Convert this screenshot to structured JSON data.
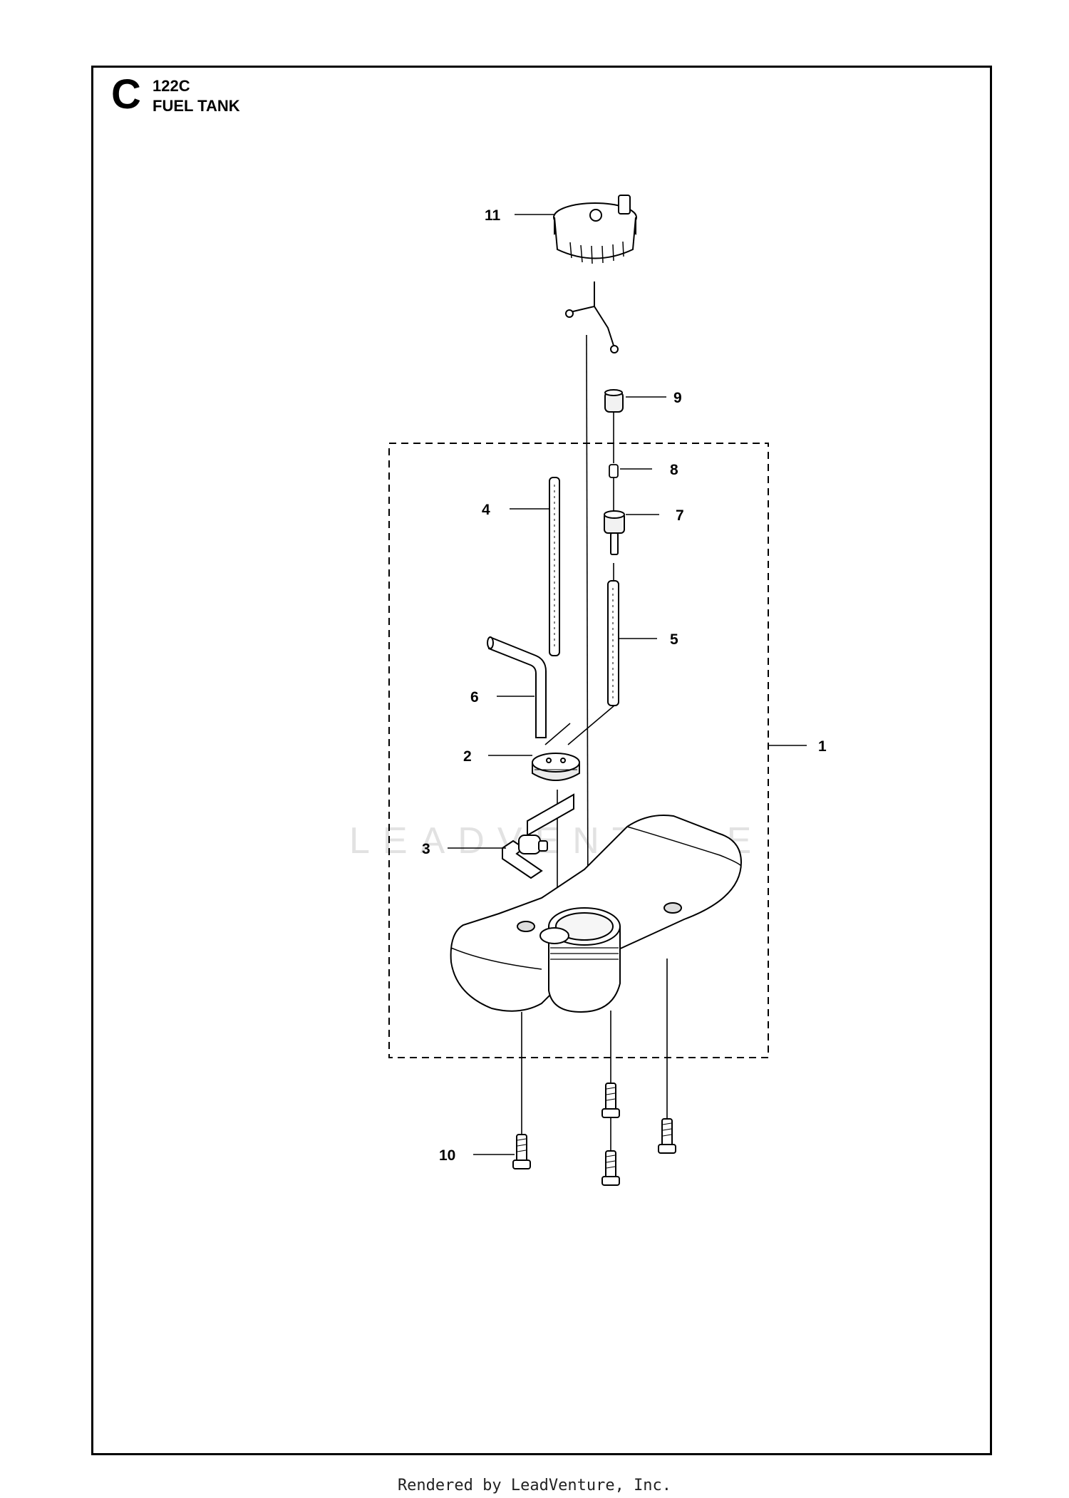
{
  "header": {
    "section_letter": "C",
    "model": "122C",
    "title": "FUEL TANK"
  },
  "watermark": "LEADVENTURE",
  "footer": "Rendered by LeadVenture, Inc.",
  "callouts": [
    {
      "id": "11",
      "label": "11"
    },
    {
      "id": "9",
      "label": "9"
    },
    {
      "id": "8",
      "label": "8"
    },
    {
      "id": "7",
      "label": "7"
    },
    {
      "id": "4",
      "label": "4"
    },
    {
      "id": "5",
      "label": "5"
    },
    {
      "id": "6",
      "label": "6"
    },
    {
      "id": "2",
      "label": "2"
    },
    {
      "id": "1",
      "label": "1"
    },
    {
      "id": "3",
      "label": "3"
    },
    {
      "id": "10",
      "label": "10"
    }
  ]
}
